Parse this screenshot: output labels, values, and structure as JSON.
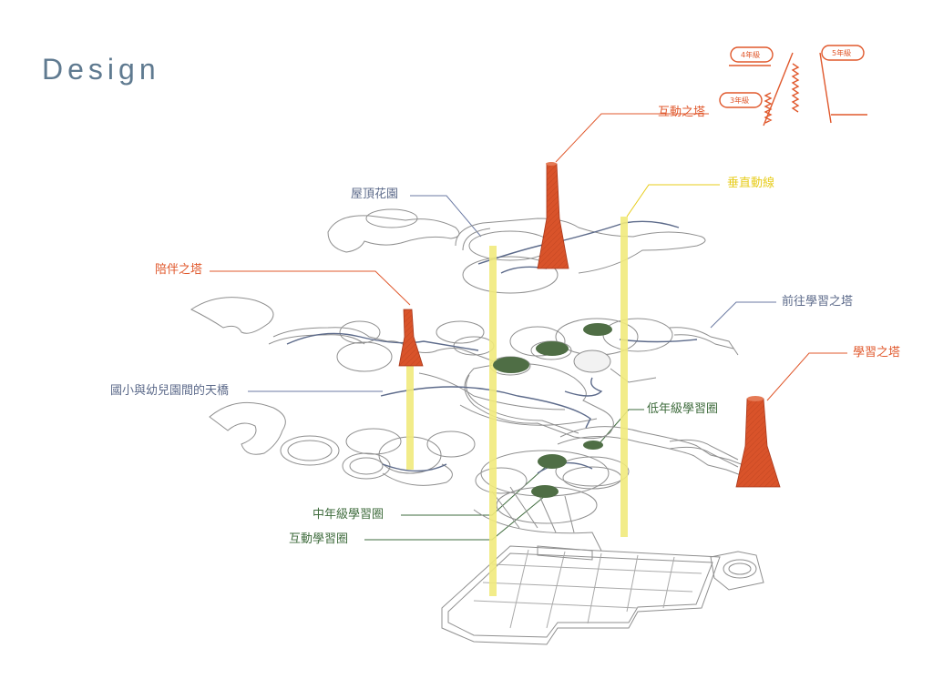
{
  "title": "Design",
  "labels": {
    "interaction_tower": "互動之塔",
    "vertical_circulation": "垂直動線",
    "roof_garden": "屋頂花園",
    "companion_tower": "陪伴之塔",
    "to_learning_tower": "前往學習之塔",
    "learning_tower": "學習之塔",
    "sky_bridge": "國小與幼兒園間的天橋",
    "lower_grade_circle": "低年級學習圈",
    "middle_grade_circle": "中年級學習圈",
    "interaction_circle": "互動學習圈"
  },
  "inset": {
    "grade4": "4年級",
    "grade5": "5年級",
    "grade3": "3年級"
  },
  "colors": {
    "tower": "#d9532a",
    "vertical": "#f1ea7c",
    "circulation": "#5c6a8a",
    "learning_circle": "#4f6e45",
    "structure": "#8f8f8f"
  }
}
